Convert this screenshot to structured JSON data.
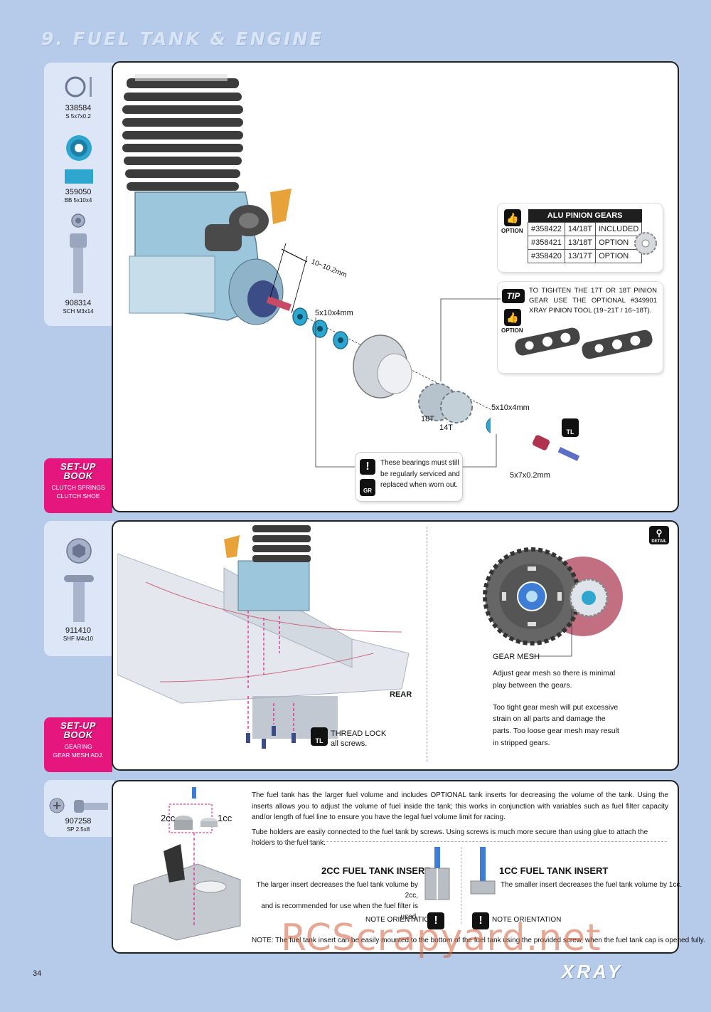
{
  "page": {
    "title": "9. FUEL TANK & ENGINE",
    "page_number": "34",
    "brand": "XRAY",
    "watermark": "RCScrapyard.net"
  },
  "section1": {
    "parts": [
      {
        "code": "338584",
        "desc": "S 5x7x0.2"
      },
      {
        "code": "359050",
        "desc": "BB 5x10x4"
      },
      {
        "code": "908314",
        "desc": "SCH M3x14"
      }
    ],
    "setup": {
      "heading1": "SET-UP",
      "heading2": "BOOK",
      "line1": "CLUTCH SPRINGS",
      "line2": "CLUTCH SHOE"
    },
    "labels": {
      "dim": "10~10.2mm",
      "bearing_top": "5x10x4mm",
      "bearing_right": "5x10x4mm",
      "gear18": "18T",
      "gear14": "14T",
      "shim": "5x7x0.2mm"
    },
    "option_label": "OPTION",
    "pinion_table": {
      "header": "ALU PINION GEARS",
      "rows": [
        [
          "#358422",
          "14/18T",
          "INCLUDED"
        ],
        [
          "#358421",
          "13/18T",
          "OPTION"
        ],
        [
          "#358420",
          "13/17T",
          "OPTION"
        ]
      ]
    },
    "tip": {
      "badge": "TIP",
      "text": "TO TIGHTEN THE 17T OR 18T PINION GEAR USE THE OPTIONAL #349901 XRAY PINION TOOL (19~21T / 16~18T)."
    },
    "tl": "TL",
    "warning": {
      "line1": "These bearings must still",
      "line2": "be regularly serviced and",
      "line3": "replaced when worn out.",
      "gr": "GR"
    }
  },
  "section2": {
    "parts": [
      {
        "code": "911410",
        "desc": "SHF M4x10"
      }
    ],
    "setup": {
      "heading1": "SET-UP",
      "heading2": "BOOK",
      "line1": "GEARING",
      "line2": "GEAR MESH ADJ."
    },
    "rear": "REAR",
    "thread_lock": {
      "line1": "THREAD LOCK",
      "line2": "all screws."
    },
    "detail": "DETAIL",
    "gear_mesh": {
      "label": "GEAR MESH",
      "p1a": "Adjust gear mesh so there is minimal",
      "p1b": "play between the gears.",
      "p2a": "Too tight gear mesh will put excessive",
      "p2b": "strain on all parts and damage the",
      "p2c": "parts. Too loose gear mesh may result",
      "p2d": "in stripped gears."
    }
  },
  "section3": {
    "parts": [
      {
        "code": "907258",
        "desc": "SP 2.5x8"
      }
    ],
    "labels": {
      "cc2": "2cc",
      "cc1": "1cc"
    },
    "intro1": "The fuel tank has the larger fuel volume and includes OPTIONAL tank inserts for decreasing the volume of the tank. Using the inserts allows you to adjust the volume of fuel inside the tank; this works in conjunction with variables such as fuel filter capacity and/or length of fuel line to ensure you have the legal fuel volume limit for racing.",
    "intro2": "Tube holders are easily connected to the fuel tank by screws. Using screws is much more secure than using glue to attach the holders to the fuel tank.",
    "insert2": {
      "title": "2CC FUEL TANK INSERT",
      "line1": "The larger insert decreases the fuel tank volume by 2cc,",
      "line2": "and is recommended for use when the fuel filter is used.",
      "note": "NOTE ORIENTATION"
    },
    "insert1": {
      "title": "1CC FUEL TANK INSERT",
      "line1": "The smaller insert decreases the fuel tank volume by 1cc.",
      "note": "NOTE ORIENTATION"
    },
    "note": "NOTE: The fuel tank insert can be easily mounted to the bottom of the fuel tank using the provided screw, when the fuel tank cap is opened fully."
  },
  "colors": {
    "background": "#b6cbe9",
    "accent_pink": "#e6167f",
    "bearing_blue": "#2fa6cf",
    "engine_blue": "#9cc6dc"
  }
}
